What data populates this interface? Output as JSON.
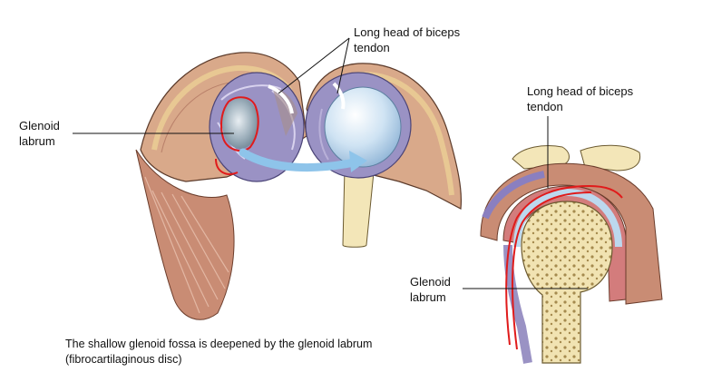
{
  "labels": {
    "glenoid_labrum_left": "Glenoid\nlabrum",
    "biceps_top": "Long head of biceps\ntendon",
    "biceps_right": "Long head of biceps\ntendon",
    "glenoid_labrum_right": "Glenoid\nlabrum"
  },
  "caption": "The shallow glenoid fossa is deepened by the glenoid labrum (fibrocartilaginous disc)",
  "colors": {
    "skin": "#d9a98a",
    "muscle": "#c98c74",
    "bone": "#f3e6b8",
    "capsule": "#9a92c4",
    "cartilage": "#bcd8ee",
    "labrum_outline": "#e01b1b",
    "arrow": "#8ec4ea"
  }
}
